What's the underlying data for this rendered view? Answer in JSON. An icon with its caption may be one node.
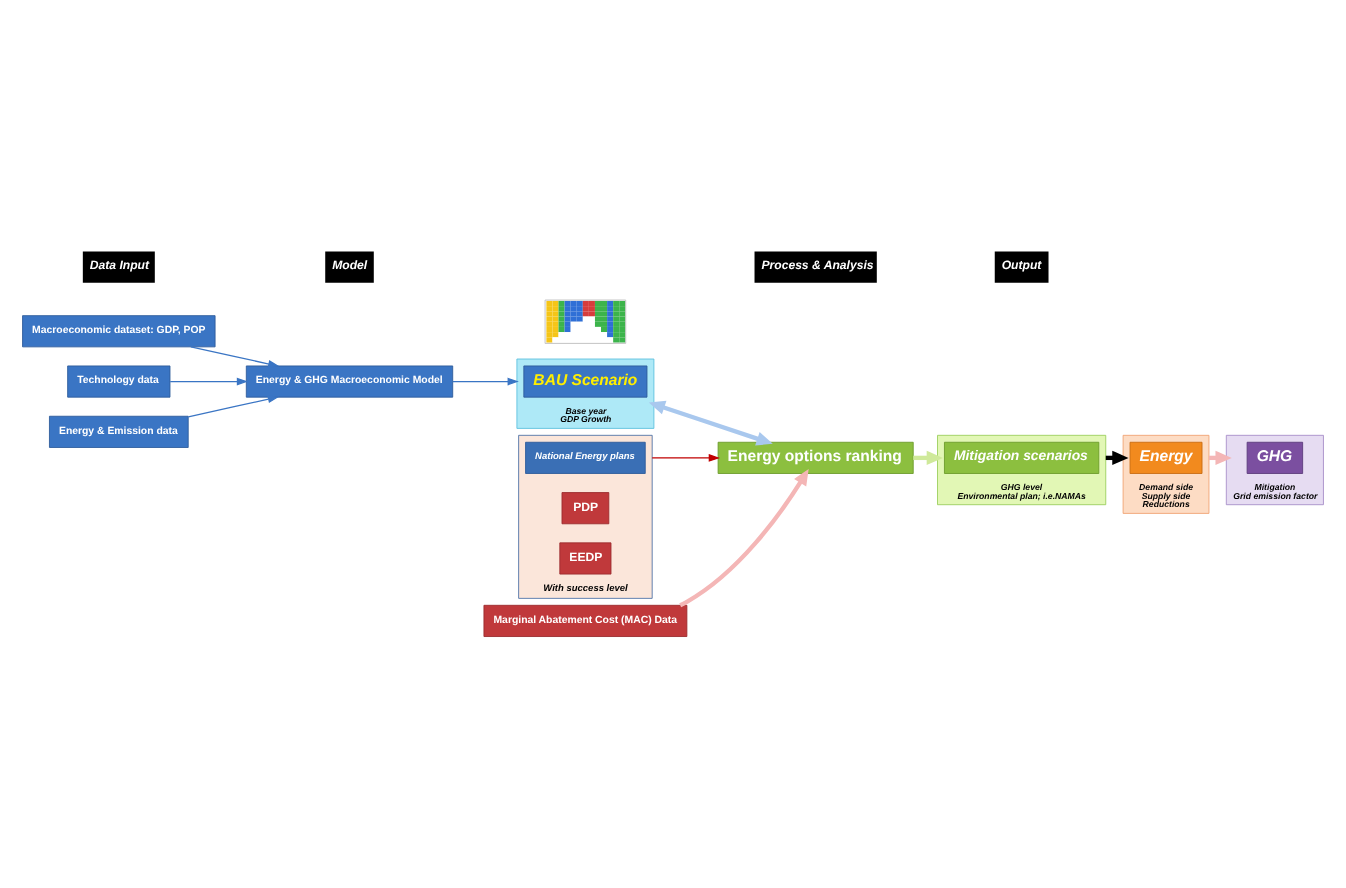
{
  "diagram": {
    "nodes": [
      {
        "text": [
          "Macroeconomic dataset: GDP, POP"
        ]
      },
      {
        "text": [
          "Technology data"
        ]
      },
      {
        "text": [
          "Energy & Emission data"
        ]
      },
      {
        "text": [
          "Energy & GHG Macroeconomic Model"
        ]
      },
      {
        "text": [
          "Base year",
          "GDP Growth"
        ]
      },
      {
        "text": [
          "BAU Scenario"
        ],
        "in": 4
      },
      {
        "text": [
          "Energy options ranking"
        ]
      },
      {
        "text": [
          "With success level"
        ]
      },
      {
        "text": [
          "National Energy plans"
        ],
        "in": 7
      },
      {
        "text": [
          "PDP"
        ],
        "in": 7
      },
      {
        "text": [
          "EEDP"
        ],
        "in": 7
      },
      {
        "text": [
          "Marginal Abatement Cost (MAC) Data"
        ]
      },
      {
        "text": [],
        "shape": "picture"
      },
      {
        "text": [
          "GHG level",
          "Environmental plan; i.e.NAMAs"
        ]
      },
      {
        "text": [
          "Mitigation scenarios"
        ],
        "in": 13
      },
      {
        "text": [
          "Demand side",
          "Supply side",
          "Reductions"
        ]
      },
      {
        "text": [
          "Energy"
        ],
        "in": 15
      },
      {
        "text": [
          "Mitigation",
          "Grid emission factor"
        ]
      },
      {
        "text": [
          "GHG"
        ],
        "in": 17
      }
    ],
    "edges": [
      {
        "from": 0,
        "to": 3,
        "arrow": "to"
      },
      {
        "from": 1,
        "to": 3,
        "arrow": "to"
      },
      {
        "from": 2,
        "to": 3,
        "arrow": "to"
      },
      {
        "from": 3,
        "to": 4,
        "arrow": "to"
      },
      {
        "from": 4,
        "to": 6,
        "arrow": "both",
        "style": "thick",
        "color": "#a9c8ee"
      },
      {
        "from": 7,
        "to": 6,
        "arrow": "to",
        "color": "#c00000"
      },
      {
        "from": 11,
        "to": 6,
        "arrow": "to",
        "style": "thick",
        "color": "#f4b6b6"
      },
      {
        "from": 6,
        "to": 13,
        "arrow": "to",
        "style": "thick",
        "color": "#cfe99a"
      },
      {
        "from": 13,
        "to": 15,
        "arrow": "to",
        "style": "thick",
        "color": "#000000"
      },
      {
        "from": 15,
        "to": 17,
        "arrow": "to",
        "style": "thick",
        "color": "#f4b6b6"
      }
    ],
    "labels": [
      "Data Input",
      "Model",
      "Process & Analysis",
      "Output"
    ]
  }
}
